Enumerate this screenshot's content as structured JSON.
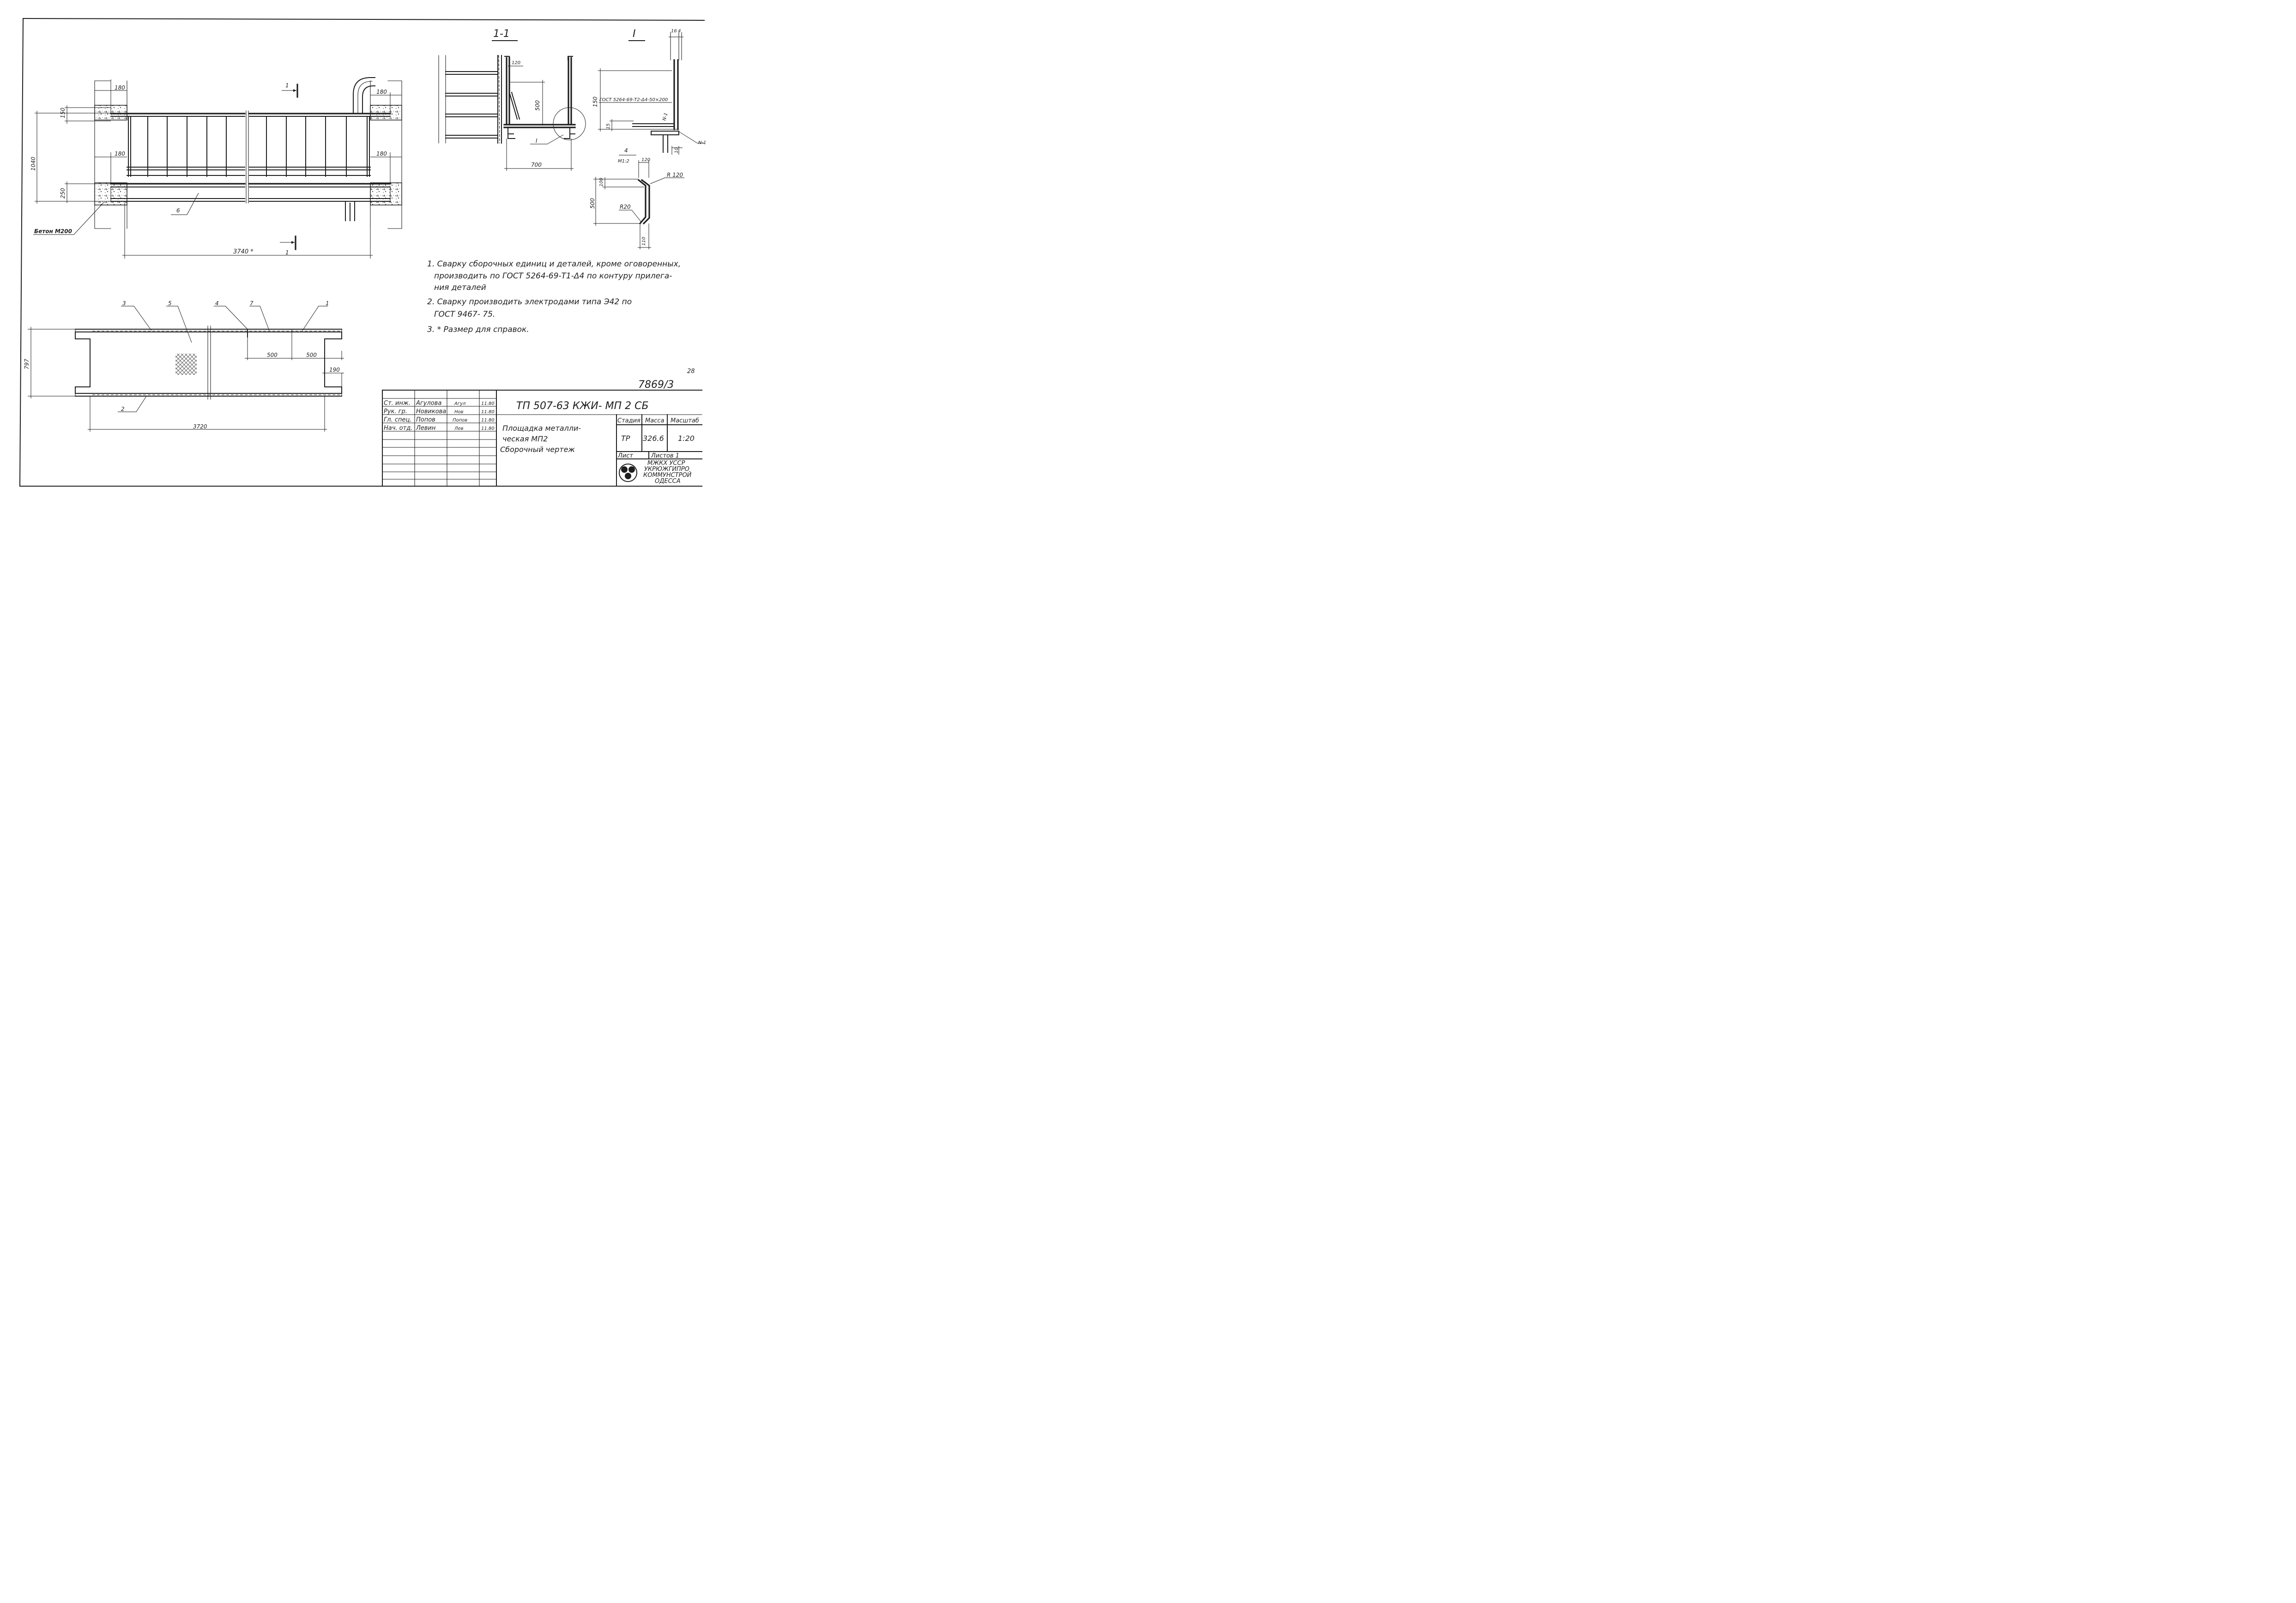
{
  "elevation": {
    "section_mark": "1",
    "dims": {
      "left_top_width": "180",
      "right_top_width": "180",
      "left_mid_width": "180",
      "right_mid_width": "180",
      "top_offset": "150",
      "total_height": "1040",
      "bottom_offset": "250",
      "span": "3740 *"
    },
    "positions": {
      "beam": "6"
    },
    "concrete_label": "Бетон М200"
  },
  "plan": {
    "positions": [
      "3",
      "5",
      "4",
      "7",
      "1",
      "2"
    ],
    "dims": {
      "width": "797",
      "seg_a": "500",
      "seg_b": "500",
      "edge": "190",
      "length": "3720"
    }
  },
  "section_1_1": {
    "title": "1-1",
    "dims": {
      "top": "120",
      "height": "500",
      "width": "700"
    },
    "callout": "I"
  },
  "detail_I": {
    "title": "I",
    "dims": {
      "top_a": "16",
      "top_b": "4",
      "height": "150",
      "offset": "15",
      "bottom": "10"
    },
    "weld": "ГОСТ 5264-69-Т2-Δ4-50×200",
    "mark_small": "N-1",
    "mark": "N-1"
  },
  "detail_4": {
    "title": "4",
    "scale": "М1:2",
    "dims": {
      "top": "120",
      "height": "500",
      "inner": "100",
      "bottom": "110"
    },
    "radius_outer": "R 120",
    "radius_inner": "R20"
  },
  "notes": [
    "1. Сварку сборочных единиц и деталей, кроме оговоренных,",
    "производить по ГОСТ 5264-69-Т1-Δ4 по контуру прилега-",
    "ния деталей",
    "2. Сварку производить электродами типа Э42 по",
    "ГОСТ 9467- 75.",
    "3. * Размер для справок."
  ],
  "sheet_number": "28",
  "drawing_number": "7869/3",
  "title_block": {
    "code": "ТП 507-63    КЖИ- МП 2 СБ",
    "rows": [
      {
        "role": "Ст. инж.",
        "name": "Агулова",
        "signature": "Агул",
        "date": "11.80"
      },
      {
        "role": "Рук. гр.",
        "name": "Новикова",
        "signature": "Нов",
        "date": "11.80"
      },
      {
        "role": "Гл. спец.",
        "name": "Попов",
        "signature": "Попов",
        "date": "11.80"
      },
      {
        "role": "Нач. отд.",
        "name": "Левин",
        "signature": "Лев",
        "date": "11.80"
      }
    ],
    "name_lines": [
      "Площадка металли-",
      "ческая   МП2",
      "Сборочный чертеж"
    ],
    "headers": {
      "stage": "Стадия",
      "mass": "Масса",
      "scale": "Масштаб"
    },
    "values": {
      "stage": "ТР",
      "mass": "326.6",
      "scale": "1:20"
    },
    "sheet": "Лист",
    "sheets": "Листов 1",
    "org_lines": [
      "МЖКХ УССР",
      "УКРЮЖГИПРО",
      "КОММУНСТРОЙ",
      "ОДЕССА"
    ]
  }
}
